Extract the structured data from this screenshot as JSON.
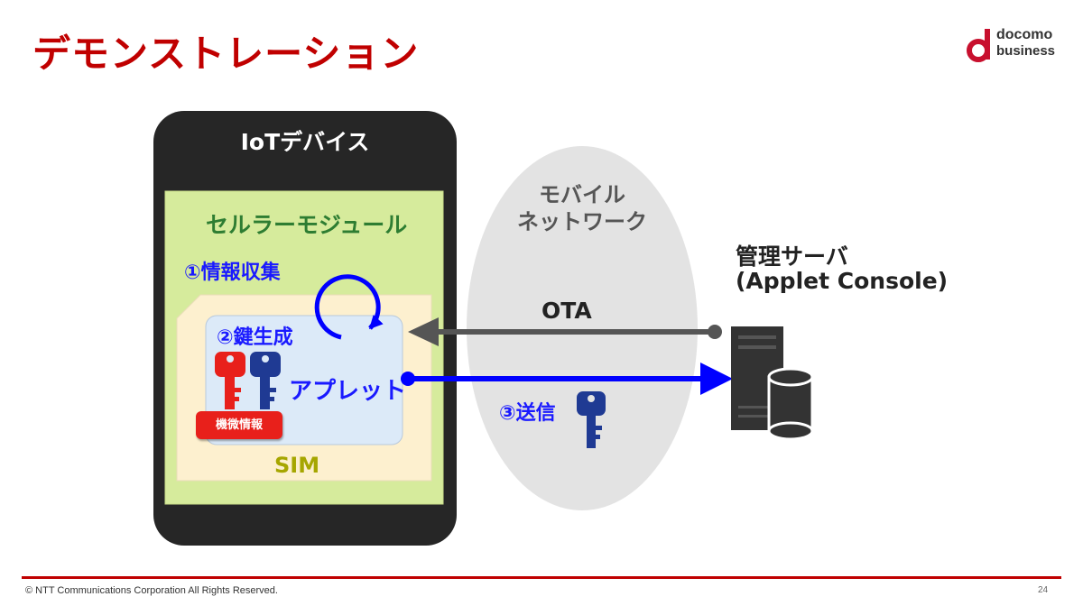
{
  "title": "デモンストレーション",
  "logo": {
    "line1": "docomo",
    "line2": "business",
    "brand_color": "#c8102e"
  },
  "device": {
    "title": "IoTデバイス",
    "module_title": "セルラーモジュール",
    "step1": "①情報収集",
    "step2": "②鍵生成",
    "applet_label": "アプレット",
    "badge": "機微情報",
    "sim_label": "SIM"
  },
  "network": {
    "line1": "モバイル",
    "line2": "ネットワーク"
  },
  "ota_label": "OTA",
  "step3": "③送信",
  "server": {
    "line1": "管理サーバ",
    "line2": "(Applet Console)"
  },
  "colors": {
    "title_red": "#c00000",
    "module_green": "#d6eb9c",
    "sim_beige": "#fdf0cf",
    "applet_blue": "#dceaf8",
    "arrow_blue": "#0000ff",
    "arrow_gray": "#555555",
    "key_red": "#e8201b",
    "key_navy": "#1f3a93"
  },
  "footer": {
    "copyright": "© NTT Communications Corporation All Rights Reserved.",
    "page": "24"
  }
}
